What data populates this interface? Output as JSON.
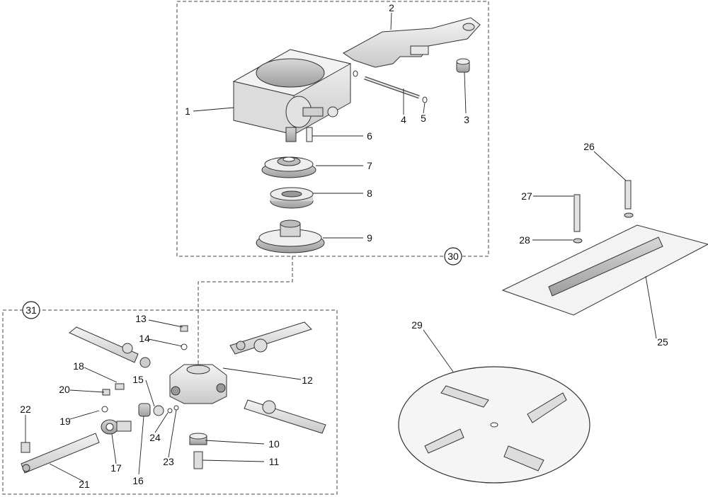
{
  "callouts": {
    "c1": "1",
    "c2": "2",
    "c3": "3",
    "c4": "4",
    "c5": "5",
    "c6": "6",
    "c7": "7",
    "c8": "8",
    "c9": "9",
    "c10": "10",
    "c11": "11",
    "c12": "12",
    "c13": "13",
    "c14": "14",
    "c15": "15",
    "c16": "16",
    "c17": "17",
    "c18": "18",
    "c19": "19",
    "c20": "20",
    "c21": "21",
    "c22": "22",
    "c23": "23",
    "c24": "24",
    "c25": "25",
    "c26": "26",
    "c27": "27",
    "c28": "28",
    "c29": "29"
  },
  "groups": {
    "g30": "30",
    "g31": "31"
  }
}
